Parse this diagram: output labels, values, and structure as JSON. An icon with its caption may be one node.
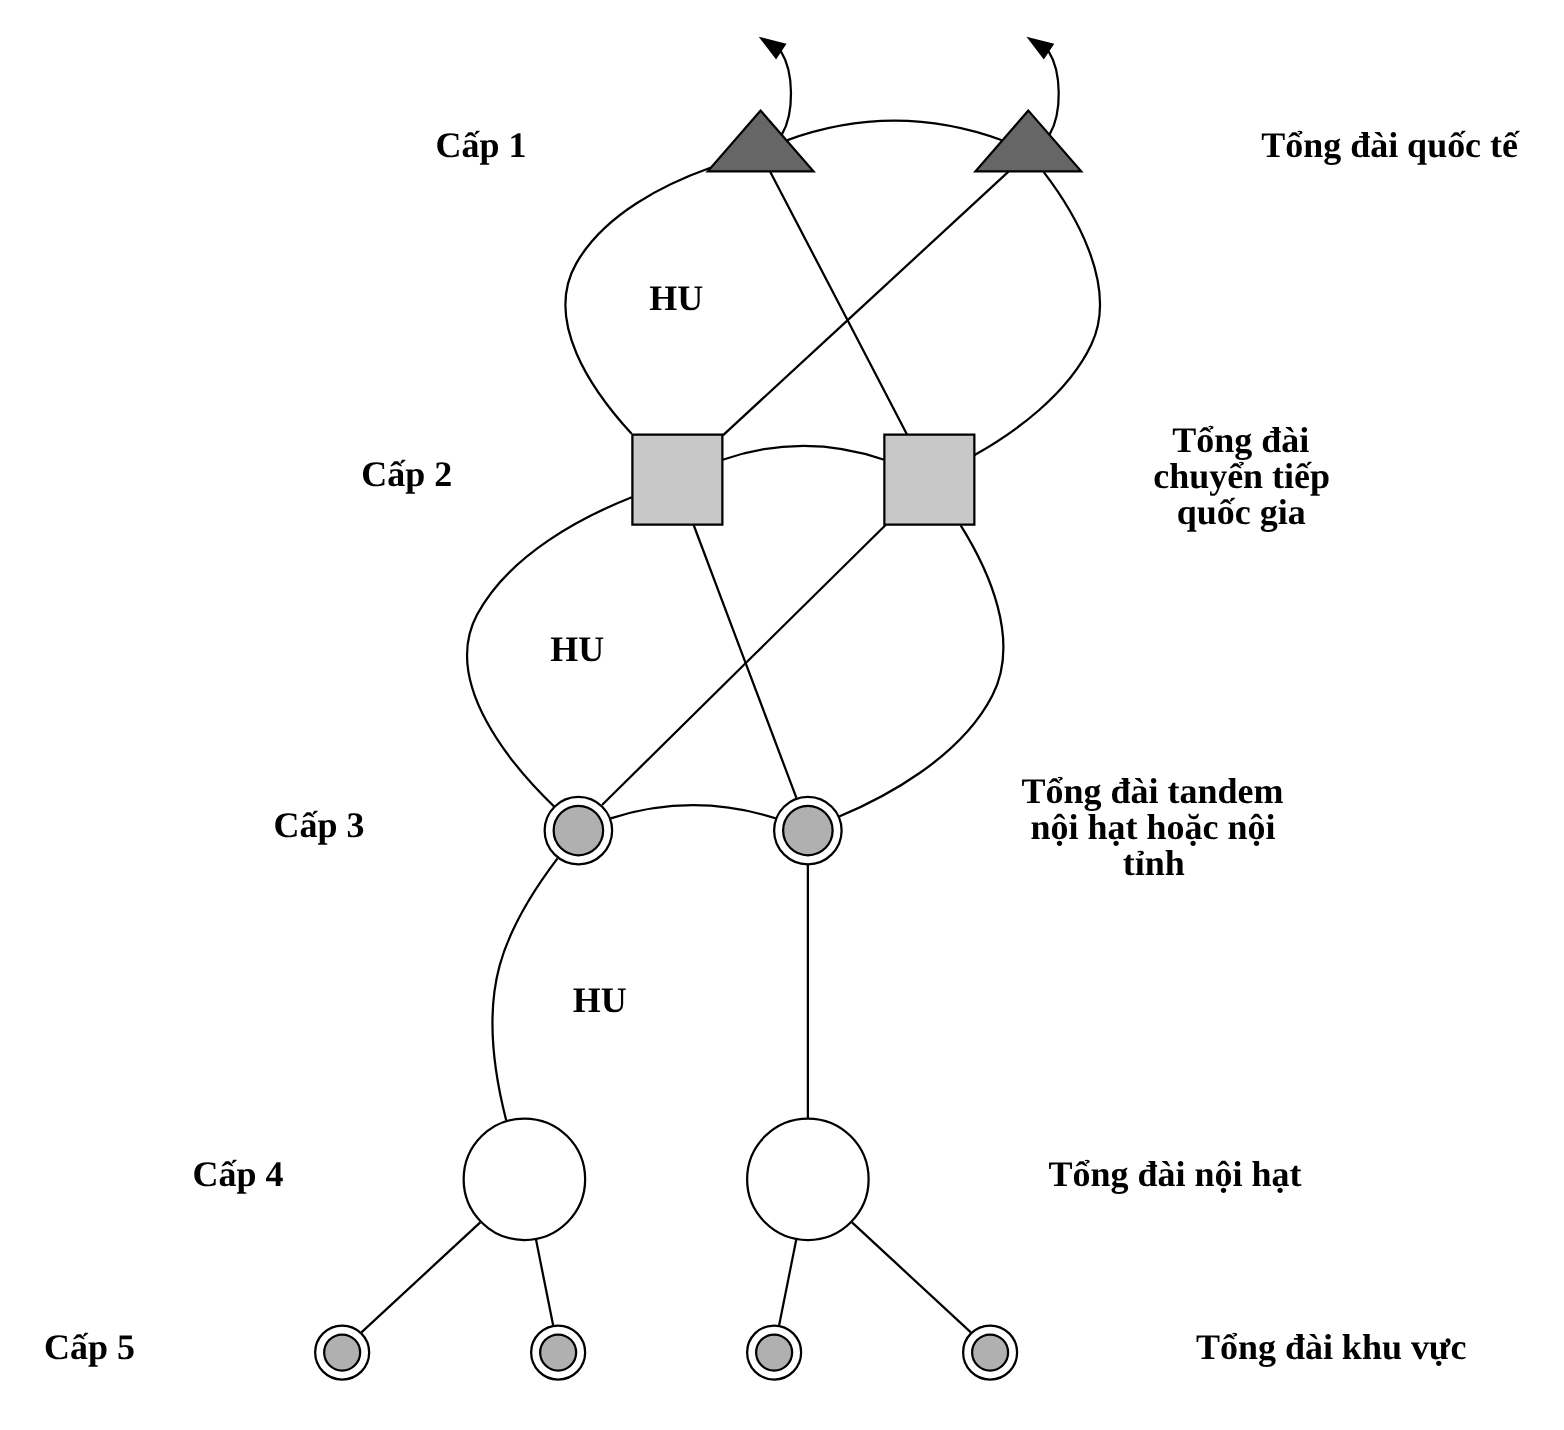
{
  "diagram": {
    "nodes": [
      {
        "text": [],
        "shape": "triangle"
      },
      {
        "text": [],
        "shape": "triangle"
      },
      {
        "text": [],
        "shape": "box"
      },
      {
        "text": [],
        "shape": "box"
      },
      {
        "text": [],
        "shape": "circle"
      },
      {
        "text": [],
        "shape": "circle"
      },
      {
        "text": [],
        "shape": "circle"
      },
      {
        "text": [],
        "shape": "circle"
      },
      {
        "text": [],
        "shape": "circle"
      },
      {
        "text": [],
        "shape": "circle"
      },
      {
        "text": [],
        "shape": "circle"
      },
      {
        "text": [],
        "shape": "circle"
      }
    ],
    "edges": [
      {
        "from": 0,
        "to": null,
        "arrow": "to"
      },
      {
        "from": 1,
        "to": null,
        "arrow": "to"
      },
      {
        "from": 0,
        "to": 1,
        "arrow": "none"
      },
      {
        "from": 0,
        "to": 2,
        "arrow": "none"
      },
      {
        "from": 1,
        "to": 3,
        "arrow": "none"
      },
      {
        "from": 0,
        "to": 3,
        "arrow": "none"
      },
      {
        "from": 1,
        "to": 2,
        "arrow": "none"
      },
      {
        "from": 2,
        "to": 3,
        "arrow": "none"
      },
      {
        "from": 2,
        "to": 4,
        "arrow": "none"
      },
      {
        "from": 3,
        "to": 5,
        "arrow": "none"
      },
      {
        "from": 2,
        "to": 5,
        "arrow": "none"
      },
      {
        "from": 3,
        "to": 4,
        "arrow": "none"
      },
      {
        "from": 4,
        "to": 5,
        "arrow": "none"
      },
      {
        "from": 4,
        "to": 6,
        "arrow": "none"
      },
      {
        "from": 5,
        "to": 7,
        "arrow": "none"
      },
      {
        "from": 6,
        "to": 8,
        "arrow": "none"
      },
      {
        "from": 6,
        "to": 9,
        "arrow": "none"
      },
      {
        "from": 7,
        "to": 10,
        "arrow": "none"
      },
      {
        "from": 7,
        "to": 11,
        "arrow": "none"
      }
    ],
    "labels": [
      "Cấp 1",
      "Tổng đài quốc tế",
      "HU",
      "Cấp 2",
      "Tổng đài chuyển tiếp quốc gia",
      "HU",
      "Cấp 3",
      "Tổng đài tandem nội hạt hoặc nội tỉnh",
      "HU",
      "Cấp 4",
      "Tổng đài nội hạt",
      "Cấp 5",
      "Tổng đài khu vực"
    ]
  }
}
